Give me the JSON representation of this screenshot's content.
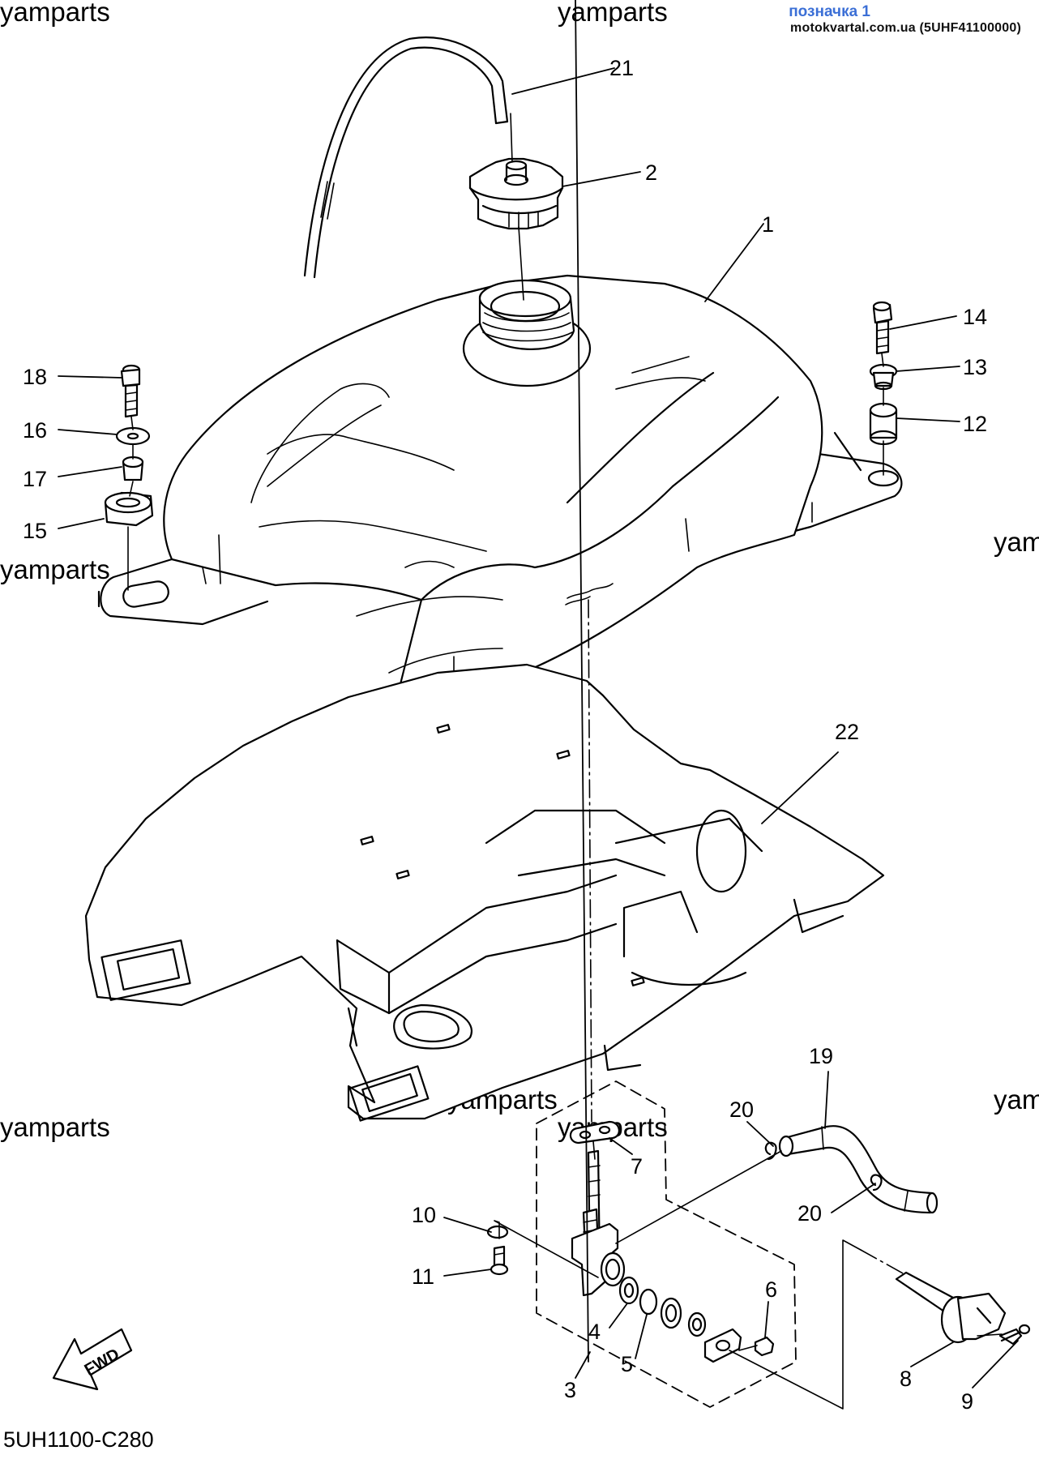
{
  "header": {
    "mark_label": "позначка 1",
    "source_label": "motokvartal.com.ua (5UHF41100000)",
    "mark_color": "#3b6fd6"
  },
  "watermark_text": "yamparts",
  "diagram_code": "5UH1100-C280",
  "fwd_label": "FWD",
  "callouts": {
    "c1": "1",
    "c2": "2",
    "c3": "3",
    "c4": "4",
    "c5": "5",
    "c6": "6",
    "c7": "7",
    "c8": "8",
    "c9": "9",
    "c10": "10",
    "c11": "11",
    "c12": "12",
    "c13": "13",
    "c14": "14",
    "c15": "15",
    "c16": "16",
    "c17": "17",
    "c18": "18",
    "c19": "19",
    "c20a": "20",
    "c20b": "20",
    "c21": "21",
    "c22": "22"
  }
}
